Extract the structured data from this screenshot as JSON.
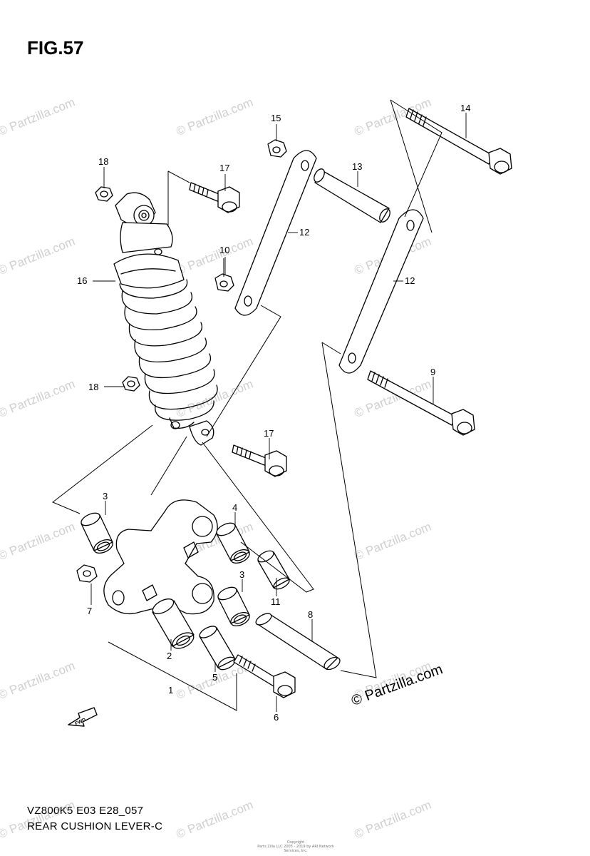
{
  "figure_title": "FIG.57",
  "model_code": "VZ800K5 E03 E28_057",
  "caption": "REAR CUSHION LEVER-C",
  "copyright_main": "© Partzilla.com",
  "copyright_small": [
    "Copyright",
    "Parts Zilla LLC 2005 - 2019 by ARI Network Services, Inc."
  ],
  "watermark_text": "© Partzilla.com",
  "fwd_label": "FWD",
  "part_labels": {
    "p1": "1",
    "p2": "2",
    "p3a": "3",
    "p3b": "3",
    "p4": "4",
    "p5": "5",
    "p6": "6",
    "p7": "7",
    "p8": "8",
    "p9": "9",
    "p10": "10",
    "p11": "11",
    "p12a": "12",
    "p12b": "12",
    "p13": "13",
    "p14": "14",
    "p15": "15",
    "p16": "16",
    "p17a": "17",
    "p17b": "17",
    "p18a": "18",
    "p18b": "18"
  },
  "colors": {
    "line": "#000000",
    "watermark": "#cfcfcf"
  }
}
